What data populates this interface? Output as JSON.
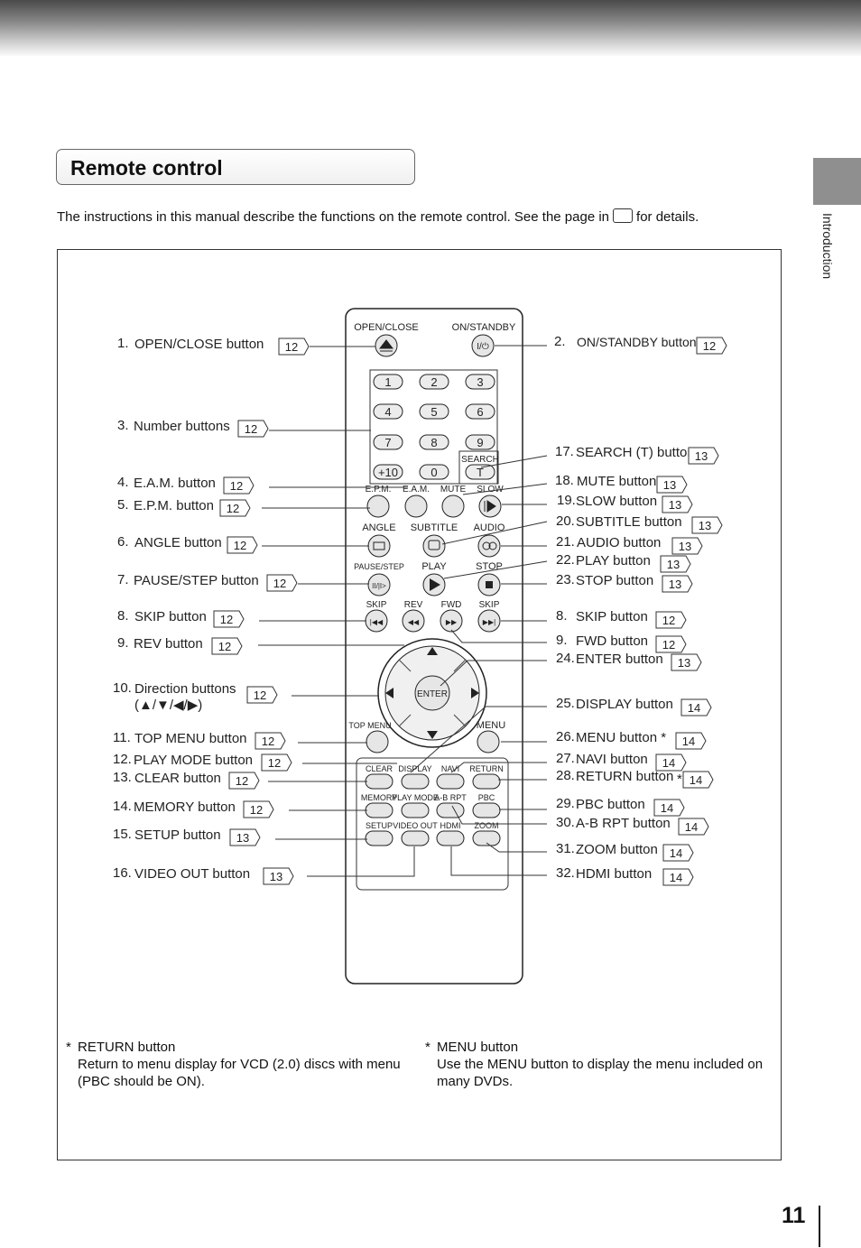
{
  "header": {
    "section_title": "Remote control",
    "side_tab": "Introduction",
    "page_number": "11"
  },
  "intro": {
    "before": "The instructions in this manual describe the functions on the remote control. See the page in",
    "after": "for details."
  },
  "remote": {
    "top_labels": [
      "OPEN/CLOSE",
      "ON/STANDBY"
    ],
    "numbers": [
      "1",
      "2",
      "3",
      "4",
      "5",
      "6",
      "7",
      "8",
      "9",
      "+10",
      "0",
      "T"
    ],
    "search_label": "SEARCH",
    "row_labels": [
      [
        "E.P.M.",
        "E.A.M.",
        "MUTE",
        "SLOW"
      ],
      [
        "ANGLE",
        "SUBTITLE",
        "AUDIO"
      ],
      [
        "PAUSE/STEP",
        "PLAY",
        "STOP"
      ],
      [
        "SKIP",
        "REV",
        "FWD",
        "SKIP"
      ],
      [
        "TOP MENU",
        "MENU"
      ],
      [
        "CLEAR",
        "DISPLAY",
        "NAVI",
        "RETURN"
      ],
      [
        "MEMORY",
        "PLAY MODE",
        "A-B RPT",
        "PBC"
      ],
      [
        "SETUP",
        "VIDEO OUT",
        "HDMI",
        "ZOOM"
      ]
    ],
    "enter_label": "ENTER",
    "icons": {
      "open_close": "eject-icon",
      "standby": "power-icon",
      "slow": "slow-icon",
      "angle": "camera-icon",
      "subtitle": "subtitle-icon",
      "audio": "audio-icon",
      "pause": "pause-step-icon",
      "play": "play-icon",
      "stop": "stop-icon",
      "skip_back": "skip-back-icon",
      "rev": "rewind-icon",
      "fwd": "fast-forward-icon",
      "skip_fwd": "skip-forward-icon"
    }
  },
  "callouts_left": [
    {
      "num": "1.",
      "label": "OPEN/CLOSE button",
      "page": "12"
    },
    {
      "num": "3.",
      "label": "Number buttons",
      "page": "12"
    },
    {
      "num": "4.",
      "label": "E.A.M. button",
      "page": "12"
    },
    {
      "num": "5.",
      "label": "E.P.M. button",
      "page": "12"
    },
    {
      "num": "6.",
      "label": "ANGLE button",
      "page": "12"
    },
    {
      "num": "7.",
      "label": "PAUSE/STEP button",
      "page": "12"
    },
    {
      "num": "8.",
      "label": "SKIP button",
      "page": "12"
    },
    {
      "num": "9.",
      "label": "REV button",
      "page": "12"
    },
    {
      "num": "10.",
      "label": "Direction buttons",
      "label2": "(▲/▼/◀/▶)",
      "page": "12"
    },
    {
      "num": "11.",
      "label": "TOP MENU button",
      "page": "12"
    },
    {
      "num": "12.",
      "label": "PLAY MODE button",
      "page": "12"
    },
    {
      "num": "13.",
      "label": "CLEAR button",
      "page": "12"
    },
    {
      "num": "14.",
      "label": "MEMORY button",
      "page": "12"
    },
    {
      "num": "15.",
      "label": "SETUP button",
      "page": "13"
    },
    {
      "num": "16.",
      "label": "VIDEO OUT button",
      "page": "13"
    }
  ],
  "callouts_right": [
    {
      "num": "2.",
      "label": "ON/STANDBY button",
      "page": "12"
    },
    {
      "num": "17.",
      "label": "SEARCH (T) button",
      "page": "13"
    },
    {
      "num": "18.",
      "label": "MUTE button",
      "page": "13"
    },
    {
      "num": "19.",
      "label": "SLOW button",
      "page": "13"
    },
    {
      "num": "20.",
      "label": "SUBTITLE button",
      "page": "13"
    },
    {
      "num": "21.",
      "label": "AUDIO button",
      "page": "13"
    },
    {
      "num": "22.",
      "label": "PLAY button",
      "page": "13"
    },
    {
      "num": "23.",
      "label": "STOP button",
      "page": "13"
    },
    {
      "num": "8.",
      "label": "SKIP button",
      "page": "12"
    },
    {
      "num": "9.",
      "label": "FWD button",
      "page": "12"
    },
    {
      "num": "24.",
      "label": "ENTER button",
      "page": "13"
    },
    {
      "num": "25.",
      "label": "DISPLAY button",
      "page": "14"
    },
    {
      "num": "26.",
      "label": "MENU button *",
      "page": "14"
    },
    {
      "num": "27.",
      "label": "NAVI button",
      "page": "14"
    },
    {
      "num": "28.",
      "label": "RETURN button",
      "star": "*",
      "page": "14"
    },
    {
      "num": "29.",
      "label": "PBC button",
      "page": "14"
    },
    {
      "num": "30.",
      "label": "A-B RPT button",
      "page": "14"
    },
    {
      "num": "31.",
      "label": "ZOOM button",
      "page": "14"
    },
    {
      "num": "32.",
      "label": "HDMI button",
      "page": "14"
    }
  ],
  "notes": [
    {
      "star": "*",
      "title": "RETURN button",
      "body1": "Return to menu display for VCD (2.0) discs with menu",
      "body2": "(PBC should be ON)."
    },
    {
      "star": "*",
      "title": "MENU button",
      "body1": "Use the MENU button to display the menu included on",
      "body2": "many DVDs."
    }
  ]
}
